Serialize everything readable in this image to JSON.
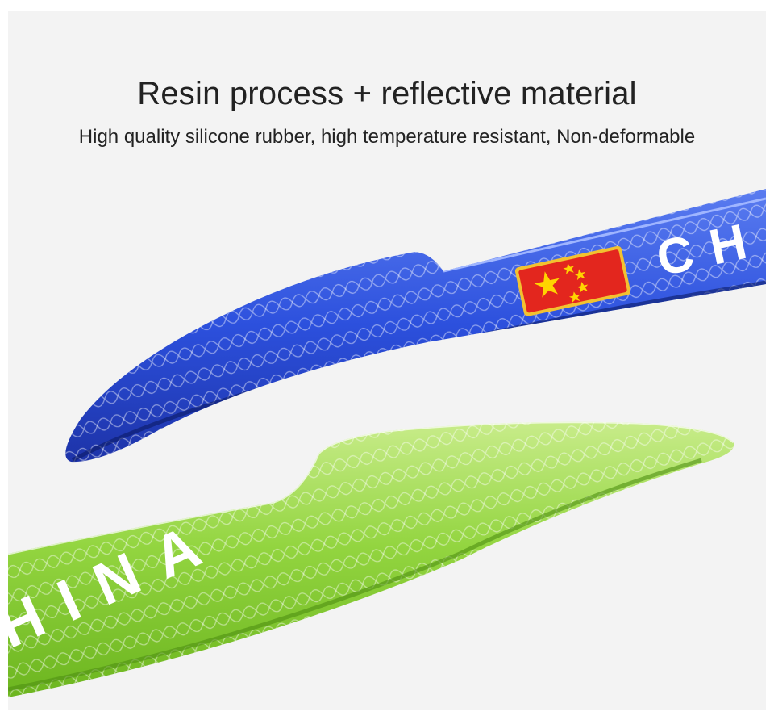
{
  "heading": {
    "title": "Resin process + reflective material",
    "subtitle": "High quality silicone rubber, high temperature resistant, Non-deformable"
  },
  "strips": {
    "blue_strip": {
      "lettering": "CH",
      "color": "#2a4fd9"
    },
    "green_strip": {
      "lettering": "HINA",
      "color": "#8ccf3a"
    }
  },
  "flag": {
    "name": "china-flag",
    "color": "#e3261e",
    "star_color": "#ffd400"
  },
  "colors": {
    "background": "#f3f3f3",
    "text": "#222222"
  }
}
